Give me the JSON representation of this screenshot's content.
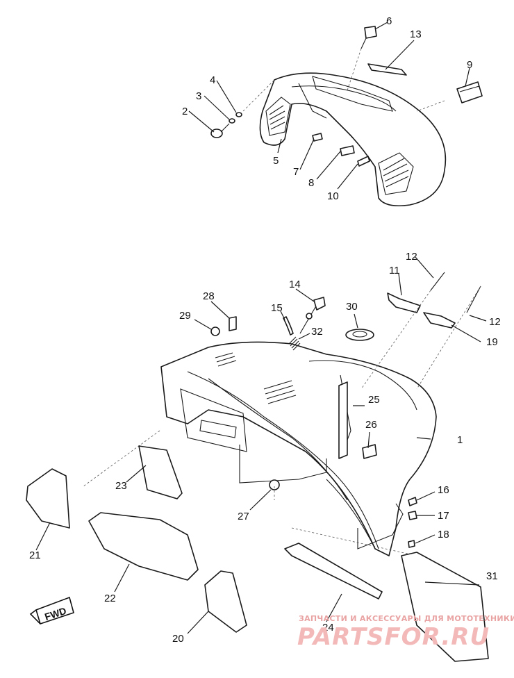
{
  "diagram": {
    "callouts": [
      "1",
      "2",
      "3",
      "4",
      "5",
      "6",
      "7",
      "8",
      "9",
      "10",
      "11",
      "12",
      "13",
      "14",
      "15",
      "16",
      "17",
      "18",
      "19",
      "20",
      "21",
      "22",
      "23",
      "24",
      "25",
      "26",
      "27",
      "28",
      "29",
      "30",
      "31",
      "32"
    ],
    "fwd_label": "FWD"
  },
  "watermark": {
    "tagline": "ЗАПЧАСТИ И АКСЕССУАРЫ ДЛЯ МОТОТЕХНИКИ",
    "brand": "PARTSFOR.RU"
  }
}
